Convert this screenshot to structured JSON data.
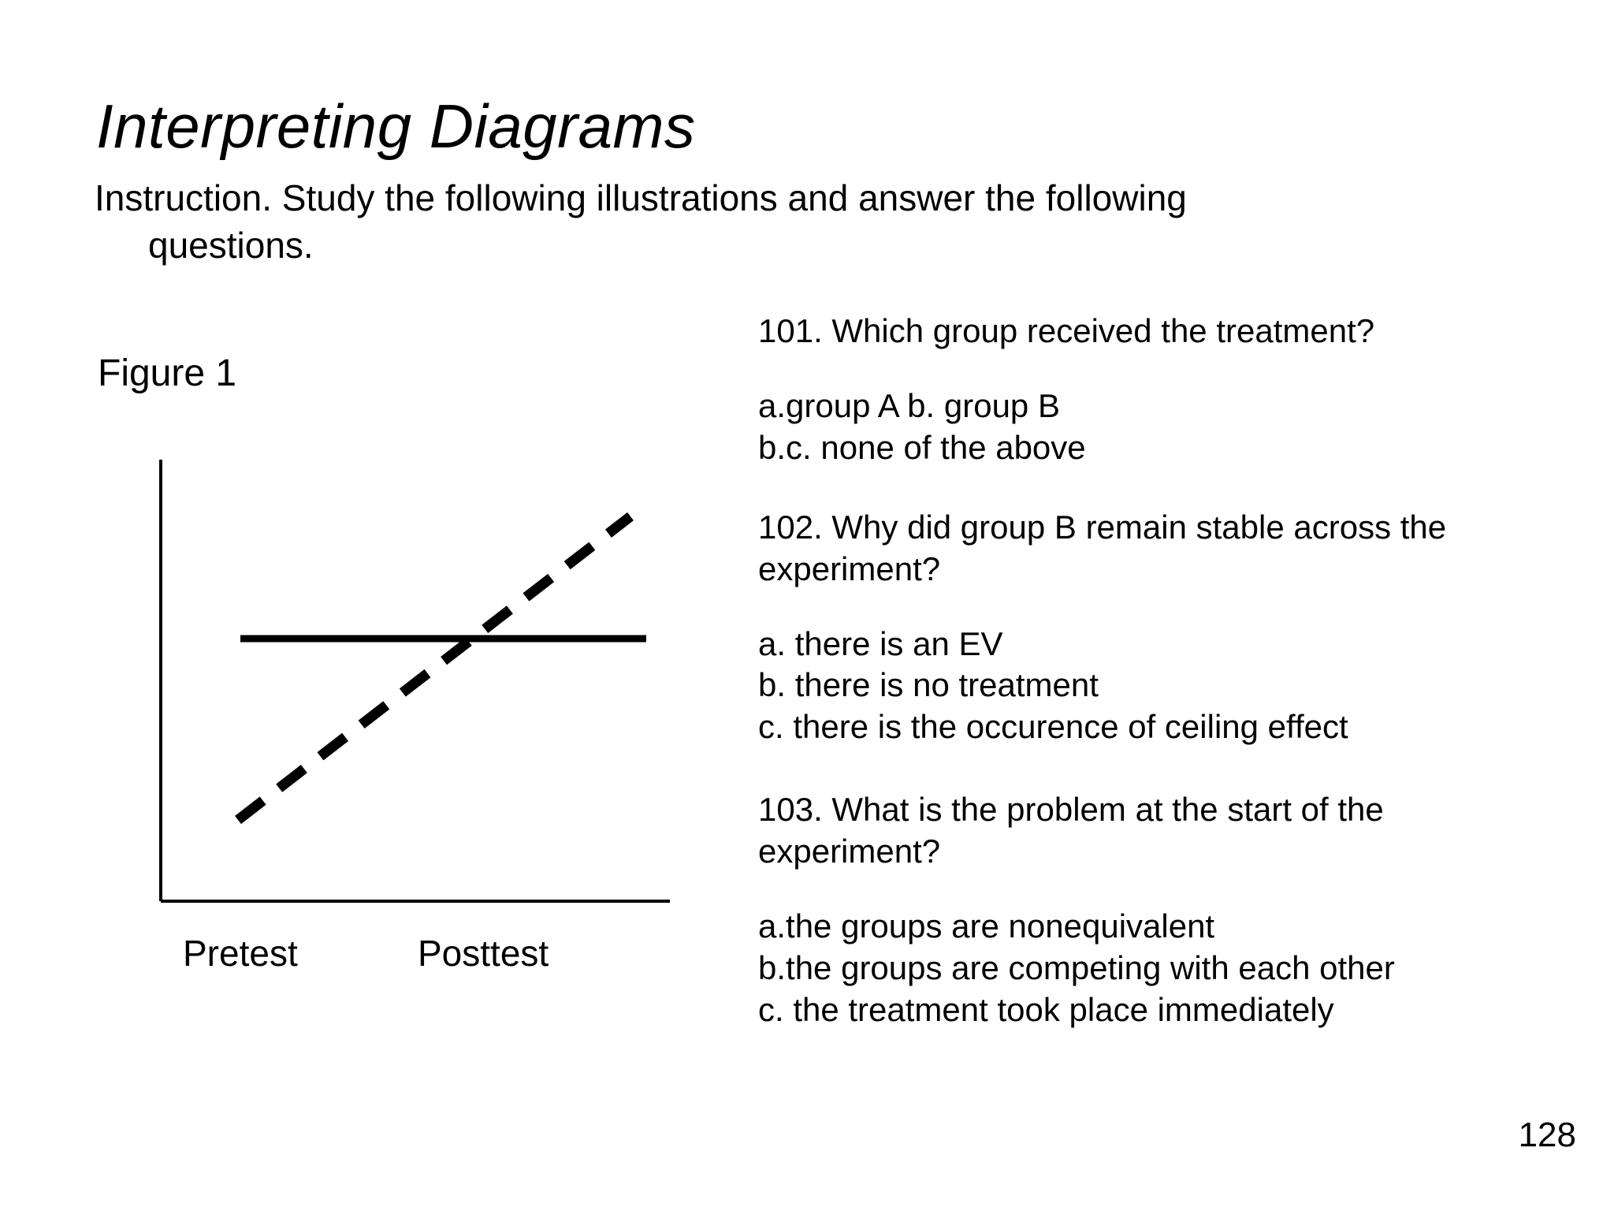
{
  "slide": {
    "title": "Interpreting Diagrams",
    "instruction_line_1": "Instruction.  Study the following illustrations and answer the following",
    "instruction_line_2": "questions.",
    "page_number": "128"
  },
  "figure": {
    "label": "Figure 1",
    "x_axis_labels": {
      "left": "Pretest",
      "right": "Posttest"
    }
  },
  "chart_data": {
    "type": "line",
    "title": "Figure 1",
    "xlabel": "",
    "ylabel": "",
    "categories": [
      "Pretest",
      "Posttest"
    ],
    "x": [
      0,
      1
    ],
    "grid": false,
    "legend_position": "none",
    "xlim": [
      0,
      1
    ],
    "ylim": [
      0,
      1
    ],
    "series": [
      {
        "name": "group B",
        "style": "solid",
        "color": "#000000",
        "values": [
          0.6,
          0.6
        ]
      },
      {
        "name": "group A",
        "style": "dashed",
        "color": "#000000",
        "values": [
          0.18,
          0.88
        ]
      }
    ],
    "annotations": [
      "Solid horizontal line stays flat from Pretest to Posttest",
      "Dashed line rises steadily from Pretest to Posttest and crosses the solid line"
    ]
  },
  "questions": [
    {
      "number": "101.",
      "stem": "101.  Which group received the treatment?",
      "options": [
        "a.group A b.  group B",
        "b.c. none of the above"
      ]
    },
    {
      "number": "102.",
      "stem": "102.  Why did group B remain stable across the experiment?",
      "options": [
        "a.  there is an EV",
        "b.  there is no treatment",
        "c.  there is the occurence of ceiling effect"
      ]
    },
    {
      "number": "103.",
      "stem": "103.  What is the problem at the start of the experiment?",
      "options": [
        "a.the groups are nonequivalent",
        "b.the groups are competing with each other",
        "c.  the treatment took place immediately"
      ]
    }
  ]
}
